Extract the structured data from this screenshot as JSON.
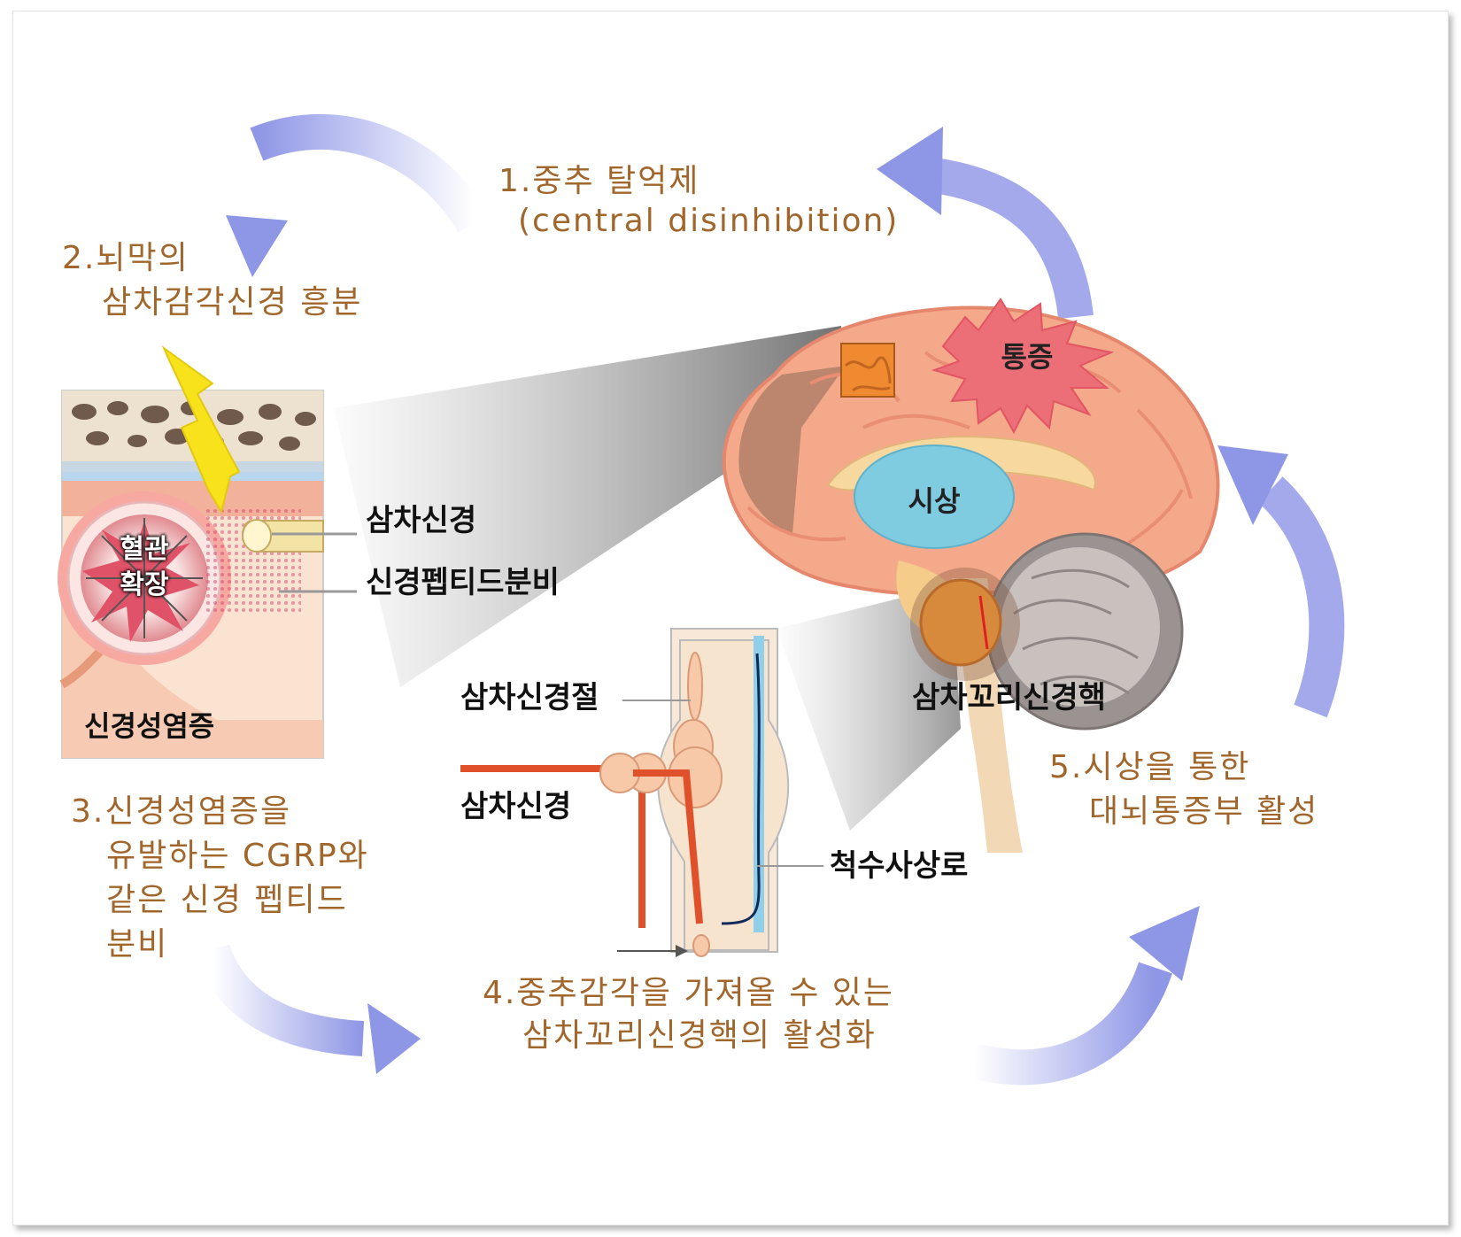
{
  "steps": {
    "step1_line1": "1.중추 탈억제",
    "step1_line2": "(central disinhibition)",
    "step2_line1": "2.뇌막의",
    "step2_line2": "삼차감각신경 흥분",
    "step3_line1": "3.신경성염증을",
    "step3_line2": "유발하는 CGRP와",
    "step3_line3": "같은 신경 펩티드",
    "step3_line4": "분비",
    "step4_line1": "4.중추감각을 가져올 수 있는",
    "step4_line2": "삼차꼬리신경핵의 활성화",
    "step5_line1": "5.시상을 통한",
    "step5_line2": "대뇌통증부 활성"
  },
  "labels": {
    "trigeminal_nerve_top": "삼차신경",
    "neuropeptide_release": "신경펩티드분비",
    "vasodilation_line1": "혈관",
    "vasodilation_line2": "확장",
    "neurogenic_inflammation": "신경성염증",
    "trigeminal_ganglion": "삼차신경절",
    "trigeminal_nerve_bottom": "삼차신경",
    "spinothalamic_tract": "척수사상로",
    "pain": "통증",
    "thalamus": "시상",
    "trigeminal_nucleus_caudalis": "삼차꼬리신경핵"
  },
  "colors": {
    "step_text": "#a0662b",
    "arrow": "#8e96e6",
    "brain": "#f4a98a",
    "thalamus": "#7fcbe0",
    "pain_burst": "#ec6f78",
    "lightning": "#f7e21c",
    "trigeminal_nerve": "#e0502a",
    "spinothalamic_tract": "#64b9e0"
  }
}
